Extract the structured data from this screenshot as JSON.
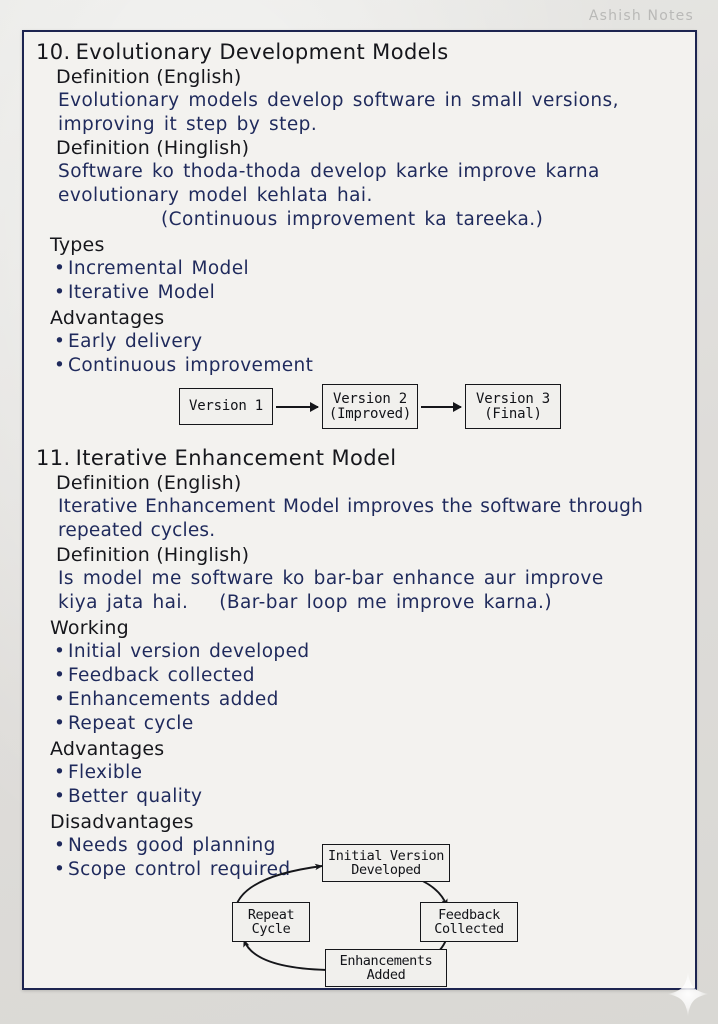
{
  "watermark": "Ashish  Notes",
  "colors": {
    "border": "#1c2450",
    "paper": "#f3f2ef",
    "heading_text": "#16171c",
    "body_text": "#1f2a5c",
    "diagram_ink": "#15161a",
    "watermark_text": "#b9b9b7"
  },
  "sections": [
    {
      "number": "10.",
      "title": "Evolutionary Development Models",
      "def_english_head": "Definition (English)",
      "def_english_lines": [
        "Evolutionary models develop software in small versions,",
        "improving it step by step."
      ],
      "def_hinglish_head": "Definition (Hinglish)",
      "def_hinglish_lines": [
        "Software ko thoda-thoda develop karke improve karna",
        "evolutionary model kehlata hai."
      ],
      "def_hinglish_note": "(Continuous improvement ka tareeka.)",
      "groups": [
        {
          "head": "Types",
          "items": [
            "Incremental Model",
            "Iterative Model"
          ]
        },
        {
          "head": "Advantages",
          "items": [
            "Early delivery",
            "Continuous improvement"
          ]
        }
      ]
    },
    {
      "number": "11.",
      "title": "Iterative Enhancement Model",
      "def_english_head": "Definition (English)",
      "def_english_lines": [
        "Iterative Enhancement Model improves the software through",
        "repeated cycles."
      ],
      "def_hinglish_head": "Definition (Hinglish)",
      "def_hinglish_lines": [
        "Is model me software ko bar-bar enhance aur improve",
        "kiya jata hai."
      ],
      "def_hinglish_note": "(Bar-bar loop me improve karna.)",
      "groups": [
        {
          "head": "Working",
          "items": [
            "Initial version developed",
            "Feedback collected",
            "Enhancements added",
            "Repeat cycle"
          ]
        },
        {
          "head": "Advantages",
          "items": [
            "Flexible",
            "Better quality"
          ]
        },
        {
          "head": "Disadvantages",
          "items": [
            "Needs good planning",
            "Scope control required"
          ]
        }
      ]
    }
  ],
  "diagram_linear": {
    "type": "flow",
    "nodes": [
      {
        "line1": "Version 1",
        "line2": ""
      },
      {
        "line1": "Version 2",
        "line2": "(Improved)"
      },
      {
        "line1": "Version 3",
        "line2": "(Final)"
      }
    ]
  },
  "diagram_cycle": {
    "type": "cycle",
    "nodes": [
      {
        "line1": "Initial Version",
        "line2": "Developed"
      },
      {
        "line1": "Feedback",
        "line2": "Collected"
      },
      {
        "line1": "Enhancements",
        "line2": "Added"
      },
      {
        "line1": "Repeat",
        "line2": "Cycle"
      }
    ]
  },
  "icons": {
    "sparkle": "sparkle-icon"
  }
}
